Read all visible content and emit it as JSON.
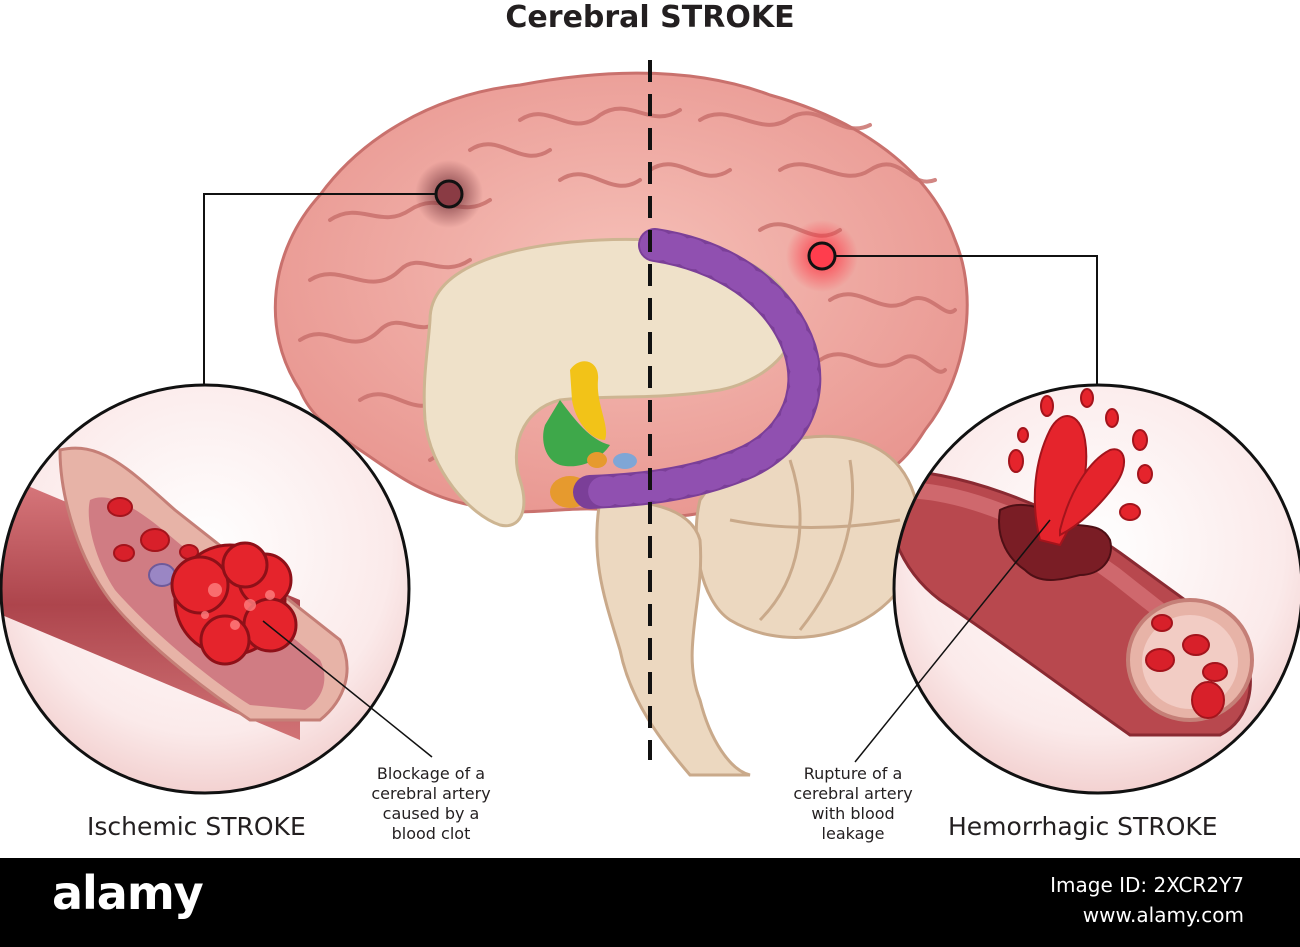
{
  "title": "Cerebral STROKE",
  "left": {
    "label": "Ischemic STROKE",
    "caption": [
      "Blockage of a",
      "cerebral artery",
      "caused by a",
      "blood clot"
    ]
  },
  "right": {
    "label": "Hemorrhagic STROKE",
    "caption": [
      "Rupture of a",
      "cerebral artery",
      "with blood",
      "leakage"
    ]
  },
  "watermark": {
    "logo": "alamy",
    "image_id": "Image ID: 2XCR2Y7",
    "site": "www.alamy.com"
  },
  "colors": {
    "brain": "#f0a7a2",
    "artery": "#b8484e",
    "clot": "#e0242a",
    "ventricle": "#7b3f98",
    "footer": "#000000"
  }
}
